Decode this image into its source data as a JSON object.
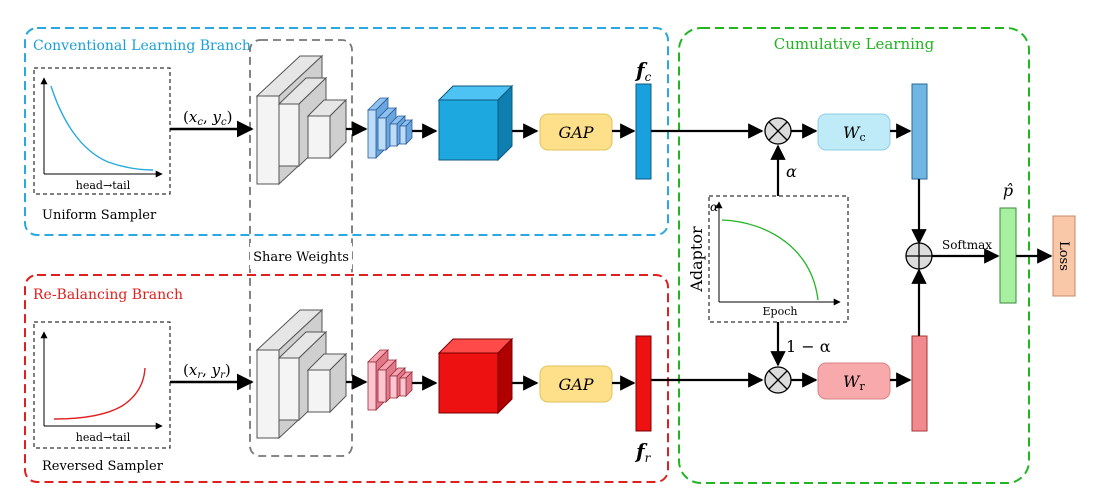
{
  "branches": {
    "conventional": {
      "title": "Conventional Learning Branch",
      "color": "#29a9e0"
    },
    "rebalancing": {
      "title": "Re-Balancing Branch",
      "color": "#e02020"
    },
    "cumulative": {
      "title": "Cumulative Learning",
      "color": "#22b522"
    }
  },
  "samplers": {
    "uniform": {
      "axis_label": "head→tail",
      "caption": "Uniform Sampler"
    },
    "reversed": {
      "axis_label": "head→tail",
      "caption": "Reversed Sampler"
    }
  },
  "inputs": {
    "conventional": {
      "x": "x",
      "xsub": "c",
      "y": "y",
      "ysub": "c"
    },
    "rebalancing": {
      "x": "x",
      "xsub": "r",
      "y": "y",
      "ysub": "r"
    }
  },
  "share_weights": {
    "label": "Share Weights"
  },
  "gap": {
    "label": "GAP"
  },
  "features": {
    "fc": {
      "base": "f",
      "sub": "c"
    },
    "fr": {
      "base": "f",
      "sub": "r"
    }
  },
  "classifiers": {
    "wc": {
      "base": "W",
      "sub": "c"
    },
    "wr": {
      "base": "W",
      "sub": "r"
    }
  },
  "adaptor": {
    "label": "Adaptor",
    "y_axis": "α",
    "x_axis": "Epoch",
    "alpha": "α",
    "one_minus_alpha": "1 − α"
  },
  "output": {
    "softmax": "Softmax",
    "p_hat": "p̂",
    "loss": "Loss"
  },
  "colors": {
    "conv_blue": "#1aa0dc",
    "reb_red": "#ee1111",
    "gap_fill": "#ffe08a",
    "wc_fill": "#bfeaf8",
    "wr_fill": "#f7a9ab",
    "phat_fill": "#a6f0a0",
    "loss_fill": "#f8c8a8"
  }
}
